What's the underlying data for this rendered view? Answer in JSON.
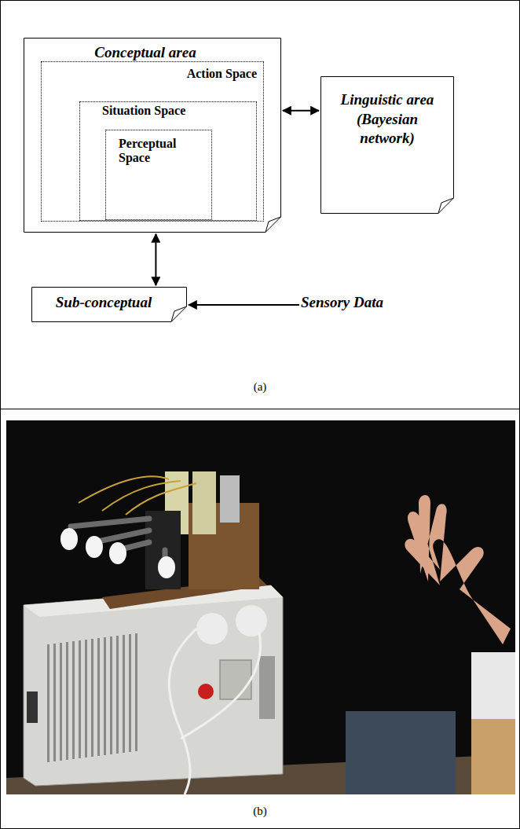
{
  "diagram": {
    "nodes": [
      {
        "text": [
          "Conceptual area"
        ]
      },
      {
        "text": [
          "Action Space"
        ],
        "in": 0
      },
      {
        "text": [
          "Situation Space"
        ],
        "in": 1
      },
      {
        "text": [
          "Perceptual Space"
        ],
        "in": 2
      },
      {
        "text": [
          "Linguistic area (Bayesian network)"
        ]
      },
      {
        "text": [
          "Sub-conceptual"
        ]
      },
      {
        "text": [
          "Sensory Data"
        ]
      }
    ],
    "edges": [
      {
        "from": 0,
        "to": 4,
        "arrow": "both"
      },
      {
        "from": 0,
        "to": 5,
        "arrow": "both"
      },
      {
        "from": 6,
        "to": 5,
        "arrow": "to"
      }
    ],
    "labels": [
      "(a)",
      "(b)"
    ]
  }
}
